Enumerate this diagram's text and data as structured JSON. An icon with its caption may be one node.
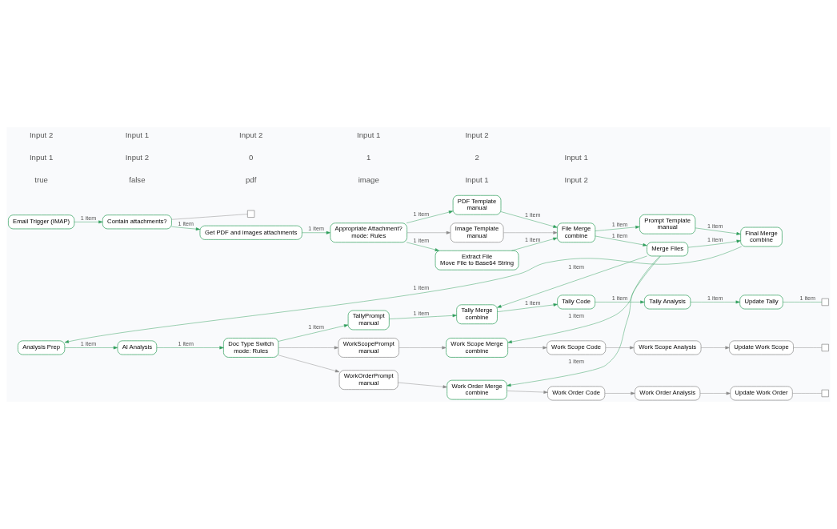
{
  "diagram": {
    "nodes": [
      {
        "text": [
          "Email Trigger (IMAP)"
        ]
      },
      {
        "text": [
          "Contain attachments?"
        ]
      },
      {
        "text": [],
        "shape": "box"
      },
      {
        "text": [
          "Get PDF and images attachments"
        ]
      },
      {
        "text": [
          "Appropriate Attachment?",
          "mode: Rules"
        ]
      },
      {
        "text": [
          "PDF Template",
          "manual"
        ]
      },
      {
        "text": [
          "Image Template",
          "manual"
        ]
      },
      {
        "text": [
          "File Merge",
          "combine"
        ]
      },
      {
        "text": [
          "Prompt Template",
          "manual"
        ]
      },
      {
        "text": [
          "Merge Files"
        ]
      },
      {
        "text": [
          "Final Merge",
          "combine"
        ]
      },
      {
        "text": [
          "Extract File",
          "Move File to Base64 String"
        ]
      },
      {
        "text": [
          "Analysis Prep"
        ]
      },
      {
        "text": [
          "AI Analysis"
        ]
      },
      {
        "text": [
          "Doc Type Switch",
          "mode: Rules"
        ]
      },
      {
        "text": [
          "TallyPrompt",
          "manual"
        ]
      },
      {
        "text": [
          "WorkScopePrompt",
          "manual"
        ]
      },
      {
        "text": [
          "WorkOrderPrompt",
          "manual"
        ]
      },
      {
        "text": [
          "Tally Merge",
          "combine"
        ]
      },
      {
        "text": [
          "Tally Code"
        ]
      },
      {
        "text": [
          "Tally Analysis"
        ]
      },
      {
        "text": [
          "Update Tally"
        ]
      },
      {
        "text": [],
        "shape": "box"
      },
      {
        "text": [
          "Work Scope Merge",
          "combine"
        ]
      },
      {
        "text": [
          "Work Scope Code"
        ]
      },
      {
        "text": [
          "Work Scope Analysis"
        ]
      },
      {
        "text": [
          "Update Work Scope"
        ]
      },
      {
        "text": [],
        "shape": "box"
      },
      {
        "text": [
          "Work Order Merge",
          "combine"
        ]
      },
      {
        "text": [
          "Work Order Code"
        ]
      },
      {
        "text": [
          "Work Order Analysis"
        ]
      },
      {
        "text": [
          "Update Work Order"
        ]
      },
      {
        "text": [],
        "shape": "box"
      }
    ],
    "edges": [
      {
        "from": 0,
        "to": 1,
        "arrow": "to",
        "label": "1 item"
      },
      {
        "from": 1,
        "to": 3,
        "arrow": "to",
        "label": "1 item"
      },
      {
        "from": 1,
        "to": 2,
        "arrow": "none",
        "color": "#8a8a8a"
      },
      {
        "from": 3,
        "to": 4,
        "arrow": "to",
        "label": "1 item"
      },
      {
        "from": 4,
        "to": 5,
        "arrow": "to",
        "label": "1 item"
      },
      {
        "from": 4,
        "to": 11,
        "arrow": "to",
        "label": "1 item"
      },
      {
        "from": 4,
        "to": 6,
        "arrow": "to",
        "color": "#8a8a8a"
      },
      {
        "from": 5,
        "to": 7,
        "arrow": "to",
        "label": "1 item"
      },
      {
        "from": 6,
        "to": 7,
        "arrow": "to",
        "color": "#8a8a8a"
      },
      {
        "from": 11,
        "to": 7,
        "arrow": "to",
        "label": "1 item"
      },
      {
        "from": 7,
        "to": 8,
        "arrow": "to",
        "label": "1 item"
      },
      {
        "from": 7,
        "to": 9,
        "arrow": "to",
        "label": "1 item"
      },
      {
        "from": 8,
        "to": 10,
        "arrow": "to",
        "label": "1 item"
      },
      {
        "from": 9,
        "to": 10,
        "arrow": "to",
        "label": "1 item"
      },
      {
        "from": 10,
        "to": 12,
        "arrow": "to",
        "label": "1 item"
      },
      {
        "from": 9,
        "to": 18,
        "arrow": "to",
        "label": "1 item"
      },
      {
        "from": 9,
        "to": 23,
        "arrow": "to",
        "label": "1 item"
      },
      {
        "from": 9,
        "to": 28,
        "arrow": "to",
        "label": "1 item"
      },
      {
        "from": 12,
        "to": 13,
        "arrow": "to",
        "label": "1 item"
      },
      {
        "from": 13,
        "to": 14,
        "arrow": "to",
        "label": "1 item"
      },
      {
        "from": 14,
        "to": 15,
        "arrow": "to",
        "label": "1 item"
      },
      {
        "from": 14,
        "to": 16,
        "arrow": "to",
        "color": "#8a8a8a"
      },
      {
        "from": 14,
        "to": 17,
        "arrow": "to",
        "color": "#8a8a8a"
      },
      {
        "from": 15,
        "to": 18,
        "arrow": "to",
        "label": "1 item"
      },
      {
        "from": 16,
        "to": 23,
        "arrow": "to",
        "color": "#8a8a8a"
      },
      {
        "from": 17,
        "to": 28,
        "arrow": "to",
        "color": "#8a8a8a"
      },
      {
        "from": 18,
        "to": 19,
        "arrow": "to",
        "label": "1 item"
      },
      {
        "from": 19,
        "to": 20,
        "arrow": "to",
        "label": "1 item"
      },
      {
        "from": 20,
        "to": 21,
        "arrow": "to",
        "label": "1 item"
      },
      {
        "from": 21,
        "to": 22,
        "arrow": "none",
        "label": "1 item"
      },
      {
        "from": 23,
        "to": 24,
        "arrow": "to",
        "color": "#8a8a8a"
      },
      {
        "from": 24,
        "to": 25,
        "arrow": "to",
        "color": "#8a8a8a"
      },
      {
        "from": 25,
        "to": 26,
        "arrow": "to",
        "color": "#8a8a8a"
      },
      {
        "from": 26,
        "to": 27,
        "arrow": "none",
        "color": "#8a8a8a"
      },
      {
        "from": 28,
        "to": 29,
        "arrow": "to",
        "color": "#8a8a8a"
      },
      {
        "from": 29,
        "to": 30,
        "arrow": "to",
        "color": "#8a8a8a"
      },
      {
        "from": 30,
        "to": 31,
        "arrow": "to",
        "color": "#8a8a8a"
      },
      {
        "from": 31,
        "to": 32,
        "arrow": "none",
        "color": "#8a8a8a"
      }
    ],
    "labels": [
      "true",
      "false",
      "pdf",
      "image",
      "Input 1",
      "Input 2",
      "Input 1",
      "Input 2",
      "0",
      "1",
      "2",
      "Input 1",
      "Input 2",
      "Input 1",
      "Input 2",
      "Input 1",
      "Input 2"
    ]
  }
}
